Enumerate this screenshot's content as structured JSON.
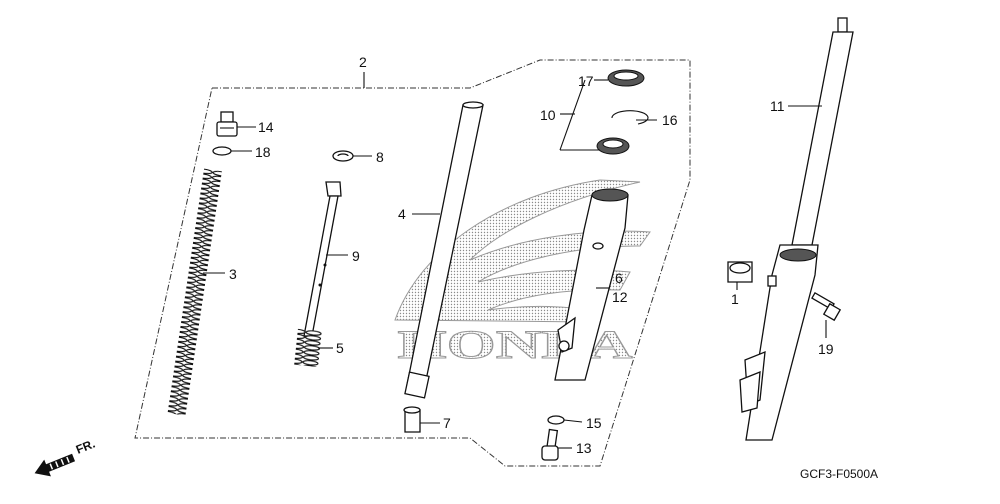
{
  "diagram": {
    "diagram_code": "GCF3-F0500A",
    "direction_label": "FR.",
    "brand_logo_text": "HONDA",
    "callouts": [
      {
        "id": "c1",
        "text": "1"
      },
      {
        "id": "c2",
        "text": "2"
      },
      {
        "id": "c3",
        "text": "3"
      },
      {
        "id": "c4",
        "text": "4"
      },
      {
        "id": "c5",
        "text": "5"
      },
      {
        "id": "c6",
        "text": "6"
      },
      {
        "id": "c7",
        "text": "7"
      },
      {
        "id": "c8",
        "text": "8"
      },
      {
        "id": "c9",
        "text": "9"
      },
      {
        "id": "c10",
        "text": "10"
      },
      {
        "id": "c11",
        "text": "11"
      },
      {
        "id": "c12",
        "text": "12"
      },
      {
        "id": "c13",
        "text": "13"
      },
      {
        "id": "c14",
        "text": "14"
      },
      {
        "id": "c15",
        "text": "15"
      },
      {
        "id": "c16",
        "text": "16"
      },
      {
        "id": "c17",
        "text": "17"
      },
      {
        "id": "c18",
        "text": "18"
      },
      {
        "id": "c19",
        "text": "19"
      }
    ]
  }
}
